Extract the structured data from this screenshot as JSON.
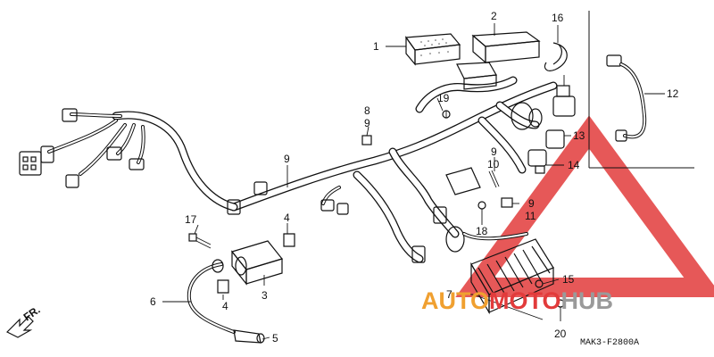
{
  "callouts": {
    "c1": "1",
    "c2": "2",
    "c3": "3",
    "c4a": "4",
    "c4b": "4",
    "c5": "5",
    "c6": "6",
    "c7": "7",
    "c8": "8",
    "c9a": "9",
    "c9b": "9",
    "c9c": "9",
    "c9d": "9",
    "c10": "10",
    "c11": "11",
    "c12": "12",
    "c13": "13",
    "c14": "14",
    "c15": "15",
    "c16": "16",
    "c17": "17",
    "c18": "18",
    "c19": "19",
    "c20": "20"
  },
  "direction": {
    "label": "FR."
  },
  "drawing_code": "MAK3-F2800A",
  "watermark": {
    "part1": "AUTO",
    "part2": "MOTO",
    "part3": "HUB",
    "color_accent": "#f0a030",
    "color_red": "#e23b3b",
    "color_gray": "#9a9a9a"
  }
}
